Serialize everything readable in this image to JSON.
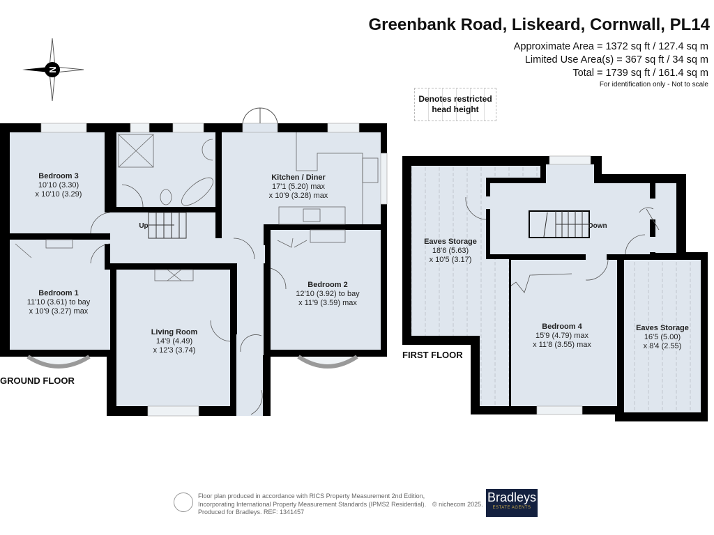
{
  "header": {
    "title": "Greenbank Road, Liskeard, Cornwall, PL14",
    "areas": [
      "Approximate Area = 1372 sq ft / 127.4 sq m",
      "Limited Use Area(s) = 367 sq ft / 34 sq m",
      "Total = 1739 sq ft / 161.4 sq m"
    ],
    "note": "For identification only - Not to scale"
  },
  "legend": {
    "line1": "Denotes restricted",
    "line2": "head height"
  },
  "compass": {
    "label": "N",
    "icon": "compass-rose-icon"
  },
  "colors": {
    "floor": "#dfe6ee",
    "wall": "#000000",
    "logo_bg": "#14213f"
  },
  "ground_floor": {
    "label": "GROUND FLOOR",
    "stairs_label": "Up",
    "rooms": [
      {
        "name": "Bedroom 3",
        "dim1": "10'10 (3.30)",
        "dim2": "x 10'10 (3.29)"
      },
      {
        "name": "Kitchen / Diner",
        "dim1": "17'1 (5.20) max",
        "dim2": "x 10'9 (3.28) max"
      },
      {
        "name": "Bedroom 1",
        "dim1": "11'10 (3.61) to bay",
        "dim2": "x 10'9 (3.27) max"
      },
      {
        "name": "Bedroom 2",
        "dim1": "12'10 (3.92) to bay",
        "dim2": "x 11'9 (3.59) max"
      },
      {
        "name": "Living Room",
        "dim1": "14'9 (4.49)",
        "dim2": "x 12'3 (3.74)"
      }
    ]
  },
  "first_floor": {
    "label": "FIRST FLOOR",
    "stairs_label": "Down",
    "rooms": [
      {
        "name": "Eaves Storage",
        "dim1": "18'6 (5.63)",
        "dim2": "x 10'5 (3.17)"
      },
      {
        "name": "Bedroom 4",
        "dim1": "15'9 (4.79) max",
        "dim2": "x 11'8 (3.55) max"
      },
      {
        "name": "Eaves Storage",
        "dim1": "16'5 (5.00)",
        "dim2": "x 8'4 (2.55)"
      }
    ]
  },
  "footer": {
    "lines": [
      "Floor plan produced in accordance with RICS Property Measurement 2nd Edition,",
      "Incorporating International Property Measurement Standards (IPMS2 Residential).",
      "Produced for Bradleys.   REF: 1341457"
    ],
    "copyright": "© nichecom 2025.",
    "logo_name": "Bradleys",
    "logo_sub": "ESTATE AGENTS"
  }
}
